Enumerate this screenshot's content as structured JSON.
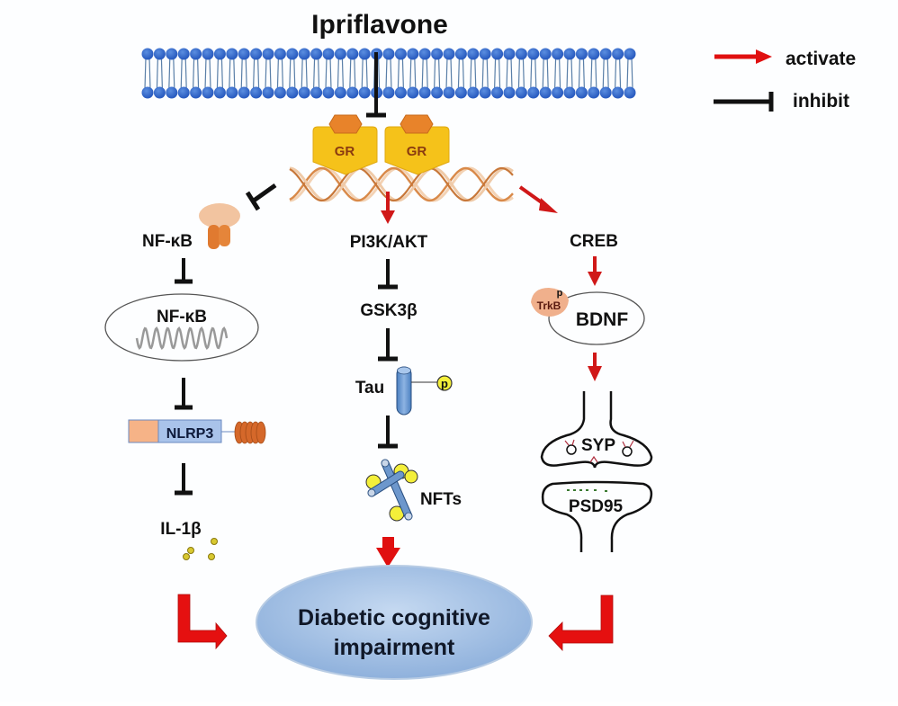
{
  "title": "Ipriflavone",
  "legend": {
    "items": [
      {
        "label": "activate",
        "type": "arrow",
        "color": "#e01010"
      },
      {
        "label": "inhibit",
        "type": "tbar",
        "color": "#111111"
      }
    ]
  },
  "receptor": {
    "labels": [
      "GR",
      "GR"
    ]
  },
  "pathways": {
    "left": {
      "nodes": [
        "NF-κB",
        "NF-κB",
        "NLRP3",
        "IL-1β"
      ]
    },
    "middle": {
      "nodes": [
        "PI3K/AKT",
        "GSK3β",
        "Tau",
        "NFTs"
      ],
      "phospho_label": "p"
    },
    "right": {
      "nodes": [
        "CREB",
        "BDNF",
        "SYP",
        "PSD95"
      ],
      "receptor_label": "TrkB",
      "phospho_label": "p"
    }
  },
  "outcome": {
    "line1": "Diabetic cognitive",
    "line2": "impairment"
  },
  "colors": {
    "activate": "#e01010",
    "inhibit": "#111111",
    "membrane": "#2f66c8",
    "gr_box": "#f5c21a",
    "gr_hex": "#e8832a",
    "outcome_fill": "#a8c4e6",
    "nfkb_protein": "#e07a30",
    "trkb": "#f0b08c"
  }
}
